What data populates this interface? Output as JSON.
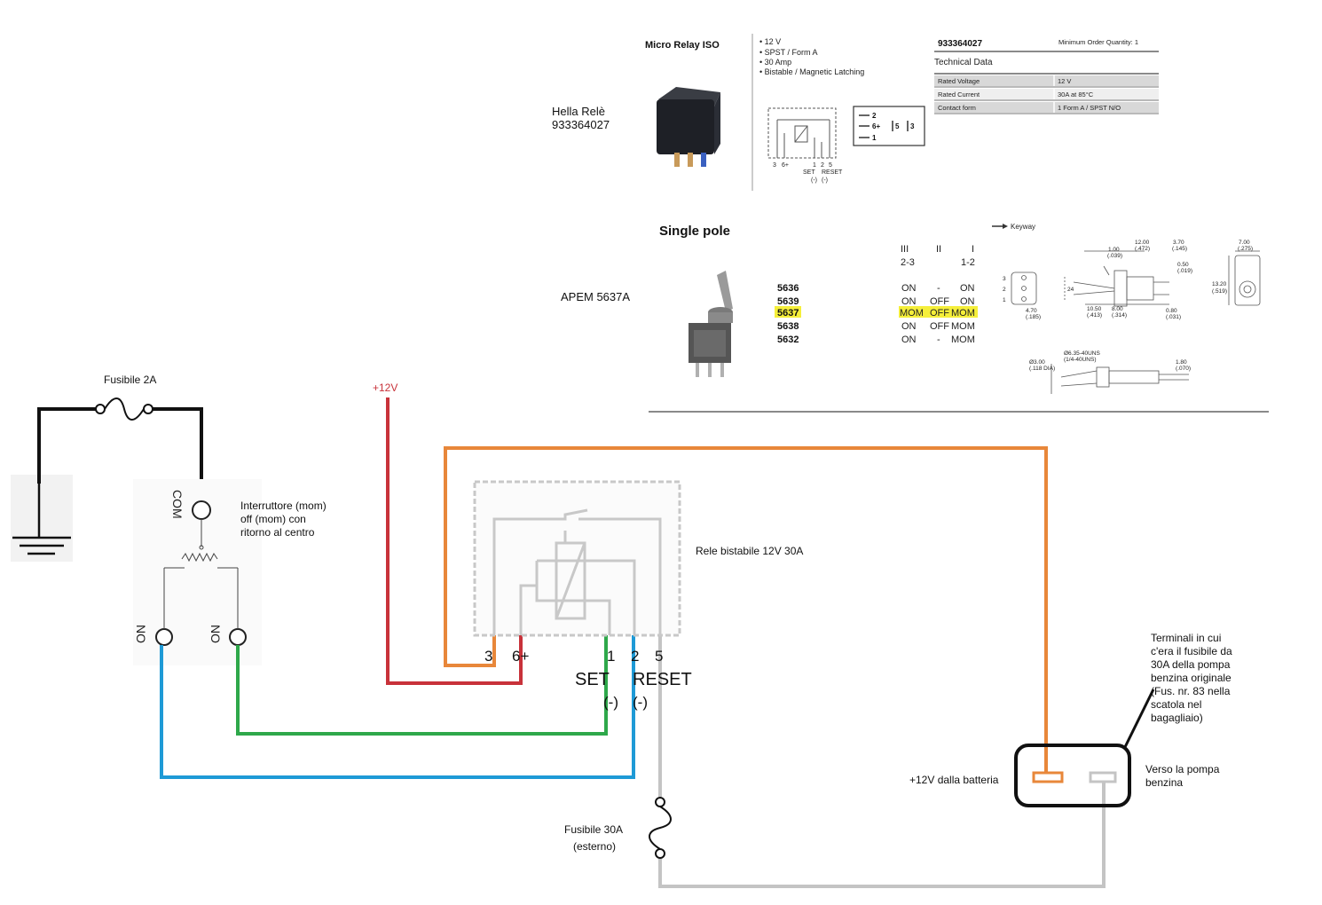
{
  "colors": {
    "black": "#111111",
    "red": "#c8323a",
    "orange": "#e8873a",
    "green": "#2ea84a",
    "blue": "#1e9ad6",
    "gray": "#c4c4c4",
    "highlight": "#f5ef3a"
  },
  "hella": {
    "label_line1": "Hella Relè",
    "label_line2": "933364027",
    "title": "Micro Relay ISO",
    "bullets": [
      "• 12 V",
      "• SPST / Form A",
      "• 30 Amp",
      "• Bistable / Magnetic Latching"
    ],
    "part_number": "933364027",
    "min_order": "Minimum Order Quantity: 1",
    "tech_title": "Technical Data",
    "specs": [
      {
        "k": "Rated Voltage",
        "v": "12 V"
      },
      {
        "k": "Rated Current",
        "v": "30A at 85°C"
      },
      {
        "k": "Contact form",
        "v": "1 Form A / SPST N/O"
      }
    ],
    "pins_top": [
      "3",
      "6+"
    ],
    "pins_set": [
      "1",
      "2",
      "5"
    ],
    "pin_labels": [
      "SET",
      "RESET"
    ],
    "pin_minus": [
      "(-)",
      "(-)"
    ],
    "box_pins": [
      "2",
      "6+",
      "1"
    ],
    "box_right": [
      "5",
      "3"
    ]
  },
  "apem": {
    "label": "APEM 5637A",
    "title": "Single pole",
    "keyway": "Keyway",
    "col_heads": [
      "III",
      "II",
      "I"
    ],
    "col_sub": [
      "2-3",
      "1-2"
    ],
    "rows": [
      {
        "code": "5636",
        "a": "ON",
        "b": "-",
        "c": "ON"
      },
      {
        "code": "5639",
        "a": "ON",
        "b": "OFF",
        "c": "ON"
      },
      {
        "code": "5637",
        "a": "MOM",
        "b": "OFF",
        "c": "MOM"
      },
      {
        "code": "5638",
        "a": "ON",
        "b": "OFF",
        "c": "MOM"
      },
      {
        "code": "5632",
        "a": "ON",
        "b": "-",
        "c": "MOM"
      }
    ],
    "dims": [
      "12.00",
      "(.472)",
      "3.70",
      "(.145)",
      "1.00",
      "(.039)",
      "0.50",
      "(.019)",
      "10.50",
      "(.413)",
      "8.00",
      "(.314)",
      "4.70",
      "(.185)",
      "0.80",
      "(.031)",
      "7.00",
      "(.275)",
      "13.20",
      "(.519)",
      "24",
      "Ø6.35-40UNS",
      "(1/4-40UNS)",
      "Ø3.00",
      "(.118 DIA)",
      "1.80",
      "(.070)"
    ],
    "pin_nums": [
      "3",
      "2",
      "1"
    ]
  },
  "labels": {
    "fuse2a": "Fusibile 2A",
    "plus12": "+12V",
    "com": "COM",
    "no": "NO",
    "switch_desc": [
      "Interruttore (mom)",
      "off (mom) con",
      "ritorno al centro"
    ],
    "relay_desc": "Rele bistabile 12V 30A",
    "relay_pins": [
      "3",
      "6+",
      "1",
      "2",
      "5"
    ],
    "set": "SET",
    "reset": "RESET",
    "minus": "(-)",
    "fuse30a": [
      "Fusibile 30A",
      "(esterno)"
    ],
    "terminals_desc": [
      "Terminali in cui",
      "c'era il fusibile da",
      "30A della pompa",
      "benzina originale",
      "(Fus. nr. 83 nella",
      "scatola nel",
      "bagagliaio)"
    ],
    "battery": "+12V dalla batteria",
    "pump": [
      "Verso la pompa",
      "benzina"
    ]
  }
}
